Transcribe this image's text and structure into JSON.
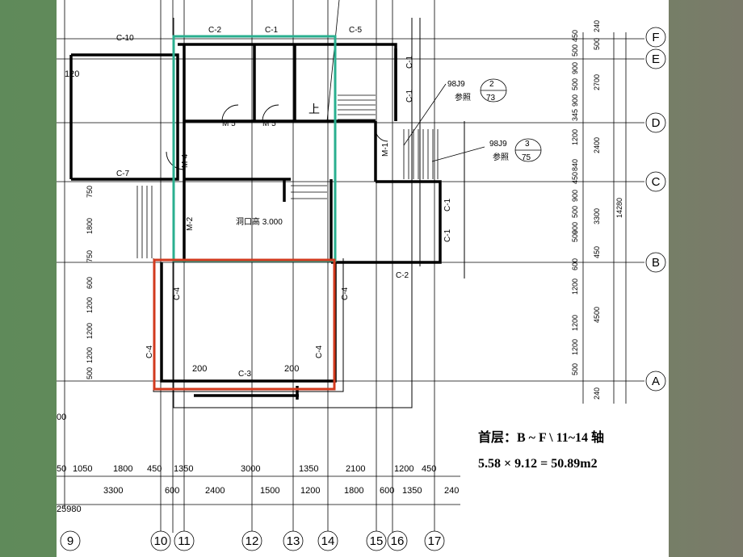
{
  "caption": {
    "line1": "首层：B ~ F \\   11~14 轴",
    "line2": "5.58 × 9.12 = 50.89m2"
  },
  "plan": {
    "window_labels": [
      "C-10",
      "C-2",
      "C-1",
      "C-5",
      "C-1",
      "C-1",
      "C-7",
      "C-1",
      "C-1",
      "C-2",
      "C-4",
      "C-4",
      "C-4",
      "C-4",
      "C-3"
    ],
    "door_labels": [
      "M 5",
      "M 5",
      "M-4",
      "M-2",
      "M-1"
    ],
    "opening_note": "洞口高 3.000",
    "stair_word": "上",
    "callout_1": {
      "ref": "98J9",
      "num": "2",
      "den": "73",
      "note": "参照"
    },
    "callout_2": {
      "ref": "98J9",
      "num": "3",
      "den": "75",
      "note": "参照"
    },
    "axis_letters": [
      "F",
      "E",
      "D",
      "C",
      "B",
      "A"
    ],
    "axis_numbers": [
      "9",
      "10",
      "11",
      "12",
      "13",
      "14",
      "15",
      "16",
      "17"
    ],
    "right_dims_inner": [
      "450",
      "500",
      "900",
      "500",
      "900",
      "345",
      "1200",
      "840",
      "450",
      "900",
      "500",
      "900",
      "500",
      "600",
      "1200",
      "1200",
      "1200",
      "500"
    ],
    "right_dims_outer": [
      "240",
      "500",
      "2700",
      "2400",
      "3300",
      "450",
      "4500",
      "240"
    ],
    "right_dim_total": "14280",
    "left_dims": [
      "750",
      "1800",
      "750",
      "600",
      "1200",
      "1200",
      "1200",
      "500"
    ],
    "bottom_row1": [
      "50",
      "1050",
      "1800",
      "450",
      "1350",
      "3000",
      "1350",
      "2100",
      "1200",
      "450"
    ],
    "bottom_row2": [
      "3300",
      "600",
      "2400",
      "1500",
      "1200",
      "1800",
      "600",
      "1350",
      "240"
    ],
    "bottom_total": "25980",
    "misc": [
      "200",
      "200",
      "00",
      "120"
    ]
  },
  "highlights": {
    "teal": "#2aaf8f",
    "red": "#d23a1e"
  }
}
